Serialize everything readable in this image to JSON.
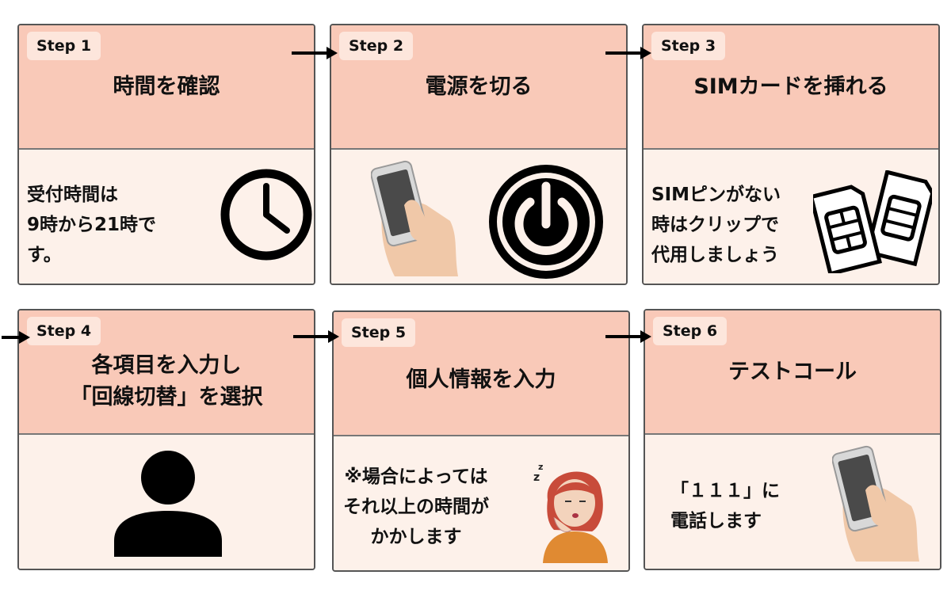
{
  "steps": [
    {
      "badge": "Step 1",
      "title": "時間を確認",
      "desc": "受付時間は\n9時から21時で\nす。",
      "icon": "clock-icon"
    },
    {
      "badge": "Step 2",
      "title": "電源を切る",
      "desc": "",
      "icon": "power-icon"
    },
    {
      "badge": "Step 3",
      "title": "SIMカードを挿れる",
      "desc": "SIMピンがない\n時はクリップで\n代用しましょう",
      "icon": "sim-card-icon"
    },
    {
      "badge": "Step 4",
      "title": "各項目を入力し\n「回線切替」を選択",
      "desc": "",
      "icon": "user-icon"
    },
    {
      "badge": "Step 5",
      "title": "個人情報を入力",
      "desc": "※場合によっては\nそれ以上の時間が\nかかします",
      "icon": "tired-woman-icon"
    },
    {
      "badge": "Step 6",
      "title": "テストコール",
      "desc": "「１１１」に\n電話します",
      "icon": "phone-hand-icon"
    }
  ]
}
